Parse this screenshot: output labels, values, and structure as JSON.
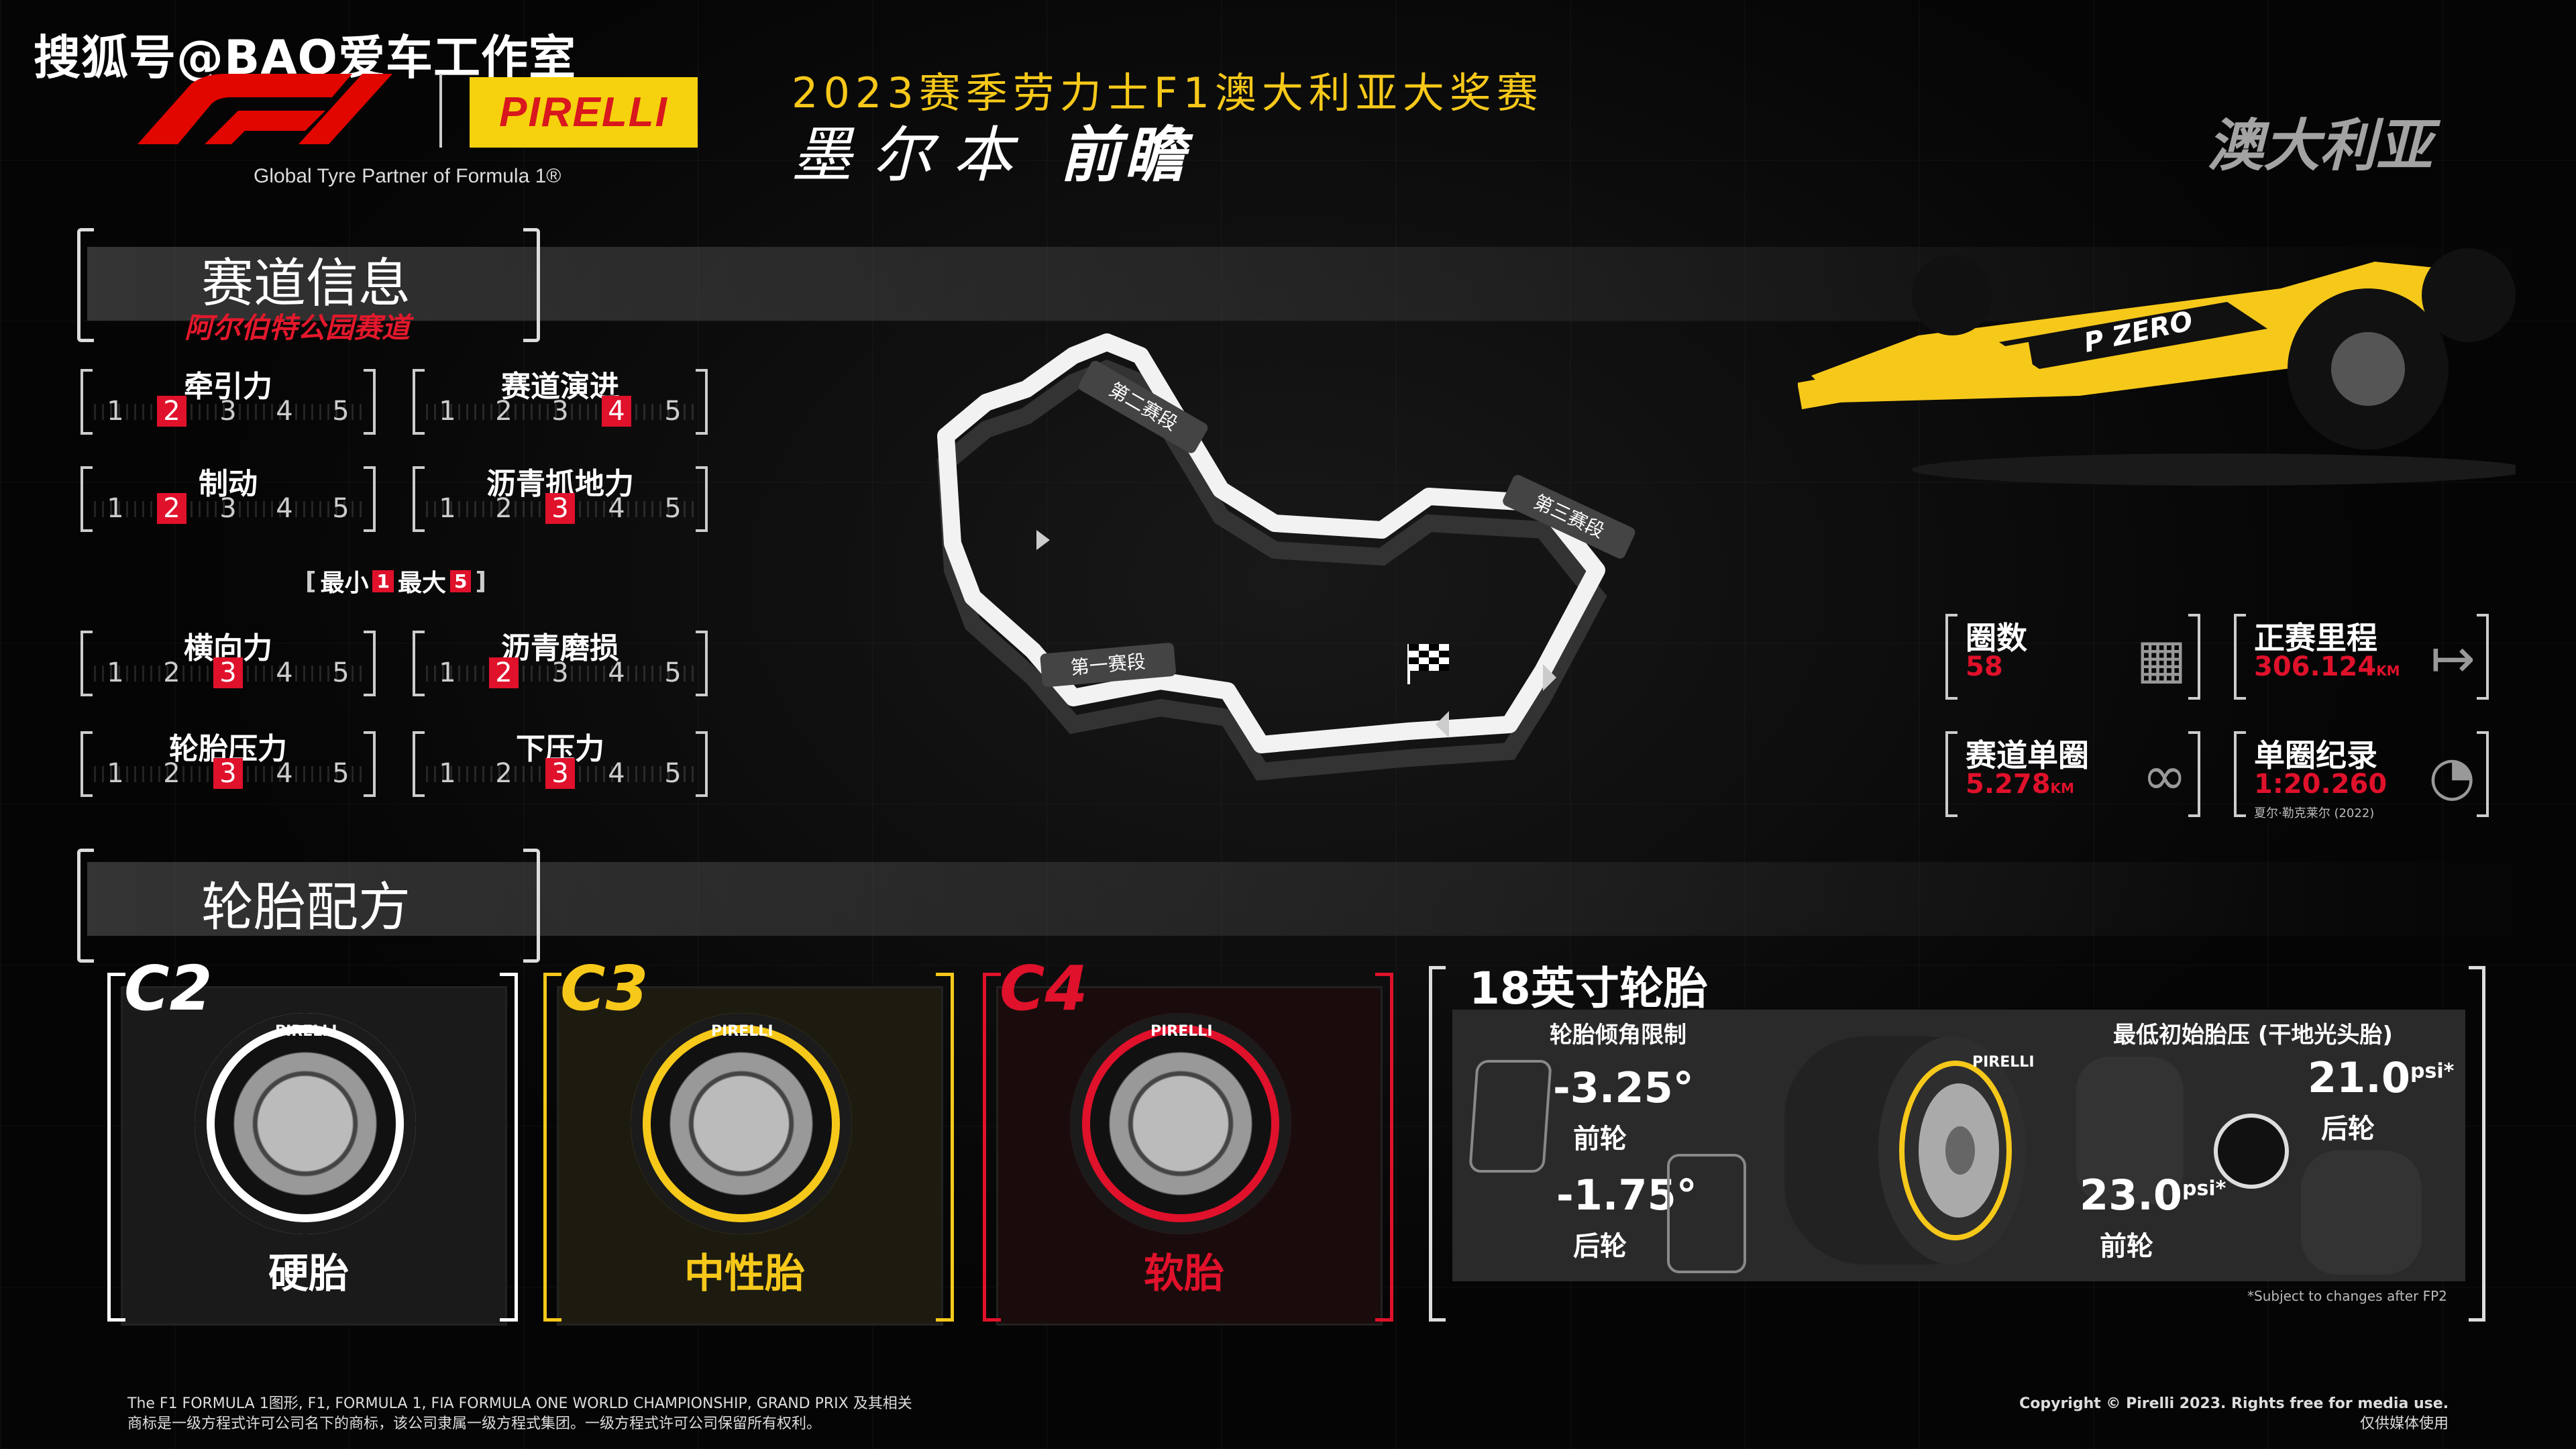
{
  "watermark": "搜狐号@BAO爱车工作室",
  "header": {
    "partner_tagline": "Global Tyre Partner of Formula 1®",
    "pirelli_brand": "PIRELLI",
    "event_title": "2023赛季劳力士F1澳大利亚大奖赛",
    "city": "墨尔本",
    "subtitle": "前瞻",
    "country": "澳大利亚"
  },
  "circuit_info": {
    "section_title": "赛道信息",
    "circuit_name": "阿尔伯特公园赛道",
    "metrics": [
      {
        "label": "牵引力",
        "value": 2
      },
      {
        "label": "赛道演进",
        "value": 4
      },
      {
        "label": "制动",
        "value": 2
      },
      {
        "label": "沥青抓地力",
        "value": 3
      },
      {
        "label": "横向力",
        "value": 3
      },
      {
        "label": "沥青磨损",
        "value": 2
      },
      {
        "label": "轮胎压力",
        "value": 3
      },
      {
        "label": "下压力",
        "value": 3
      }
    ],
    "scale": [
      "1",
      "2",
      "3",
      "4",
      "5"
    ],
    "legend": {
      "min_label": "最小",
      "min_val": "1",
      "max_label": "最大",
      "max_val": "5"
    }
  },
  "track_map": {
    "sector1": "第一赛段",
    "sector2": "第二赛段",
    "sector3": "第三赛段"
  },
  "stats": {
    "laps": {
      "label": "圈数",
      "value": "58"
    },
    "race_distance": {
      "label": "正赛里程",
      "value": "306.124",
      "unit": "KM"
    },
    "lap_length": {
      "label": "赛道单圈",
      "value": "5.278",
      "unit": "KM"
    },
    "lap_record": {
      "label": "单圈纪录",
      "value": "1:20.260",
      "holder": "夏尔·勒克莱尔 (2022)"
    }
  },
  "compounds": {
    "section_title": "轮胎配方",
    "items": [
      {
        "code": "C2",
        "name": "硬胎",
        "color": "#ffffff"
      },
      {
        "code": "C3",
        "name": "中性胎",
        "color": "#f6c81a"
      },
      {
        "code": "C4",
        "name": "软胎",
        "color": "#e0112b"
      }
    ],
    "tyre_brand": "PIRELLI",
    "tyre_sidewall": "P ZERO"
  },
  "tyre18": {
    "title": "18英寸轮胎",
    "camber_title": "轮胎倾角限制",
    "front_camber": "-3.25°",
    "front_label": "前轮",
    "rear_camber": "-1.75°",
    "rear_label": "后轮",
    "pressure_title": "最低初始胎压 (干地光头胎)",
    "rear_pressure": "21.0",
    "rear_pressure_label": "后轮",
    "front_pressure": "23.0",
    "front_pressure_label": "前轮",
    "unit": "psi*",
    "note": "*Subject to changes after FP2"
  },
  "footer": {
    "left_line1": "The F1 FORMULA 1图形, F1, FORMULA 1, FIA FORMULA ONE WORLD CHAMPIONSHIP, GRAND PRIX 及其相关",
    "left_line2": "商标是一级方程式许可公司名下的商标，该公司隶属一级方程式集团。一级方程式许可公司保留所有权利。",
    "right_line1": "Copyright © Pirelli 2023. Rights free for media use.",
    "right_line2": "仅供媒体使用"
  }
}
